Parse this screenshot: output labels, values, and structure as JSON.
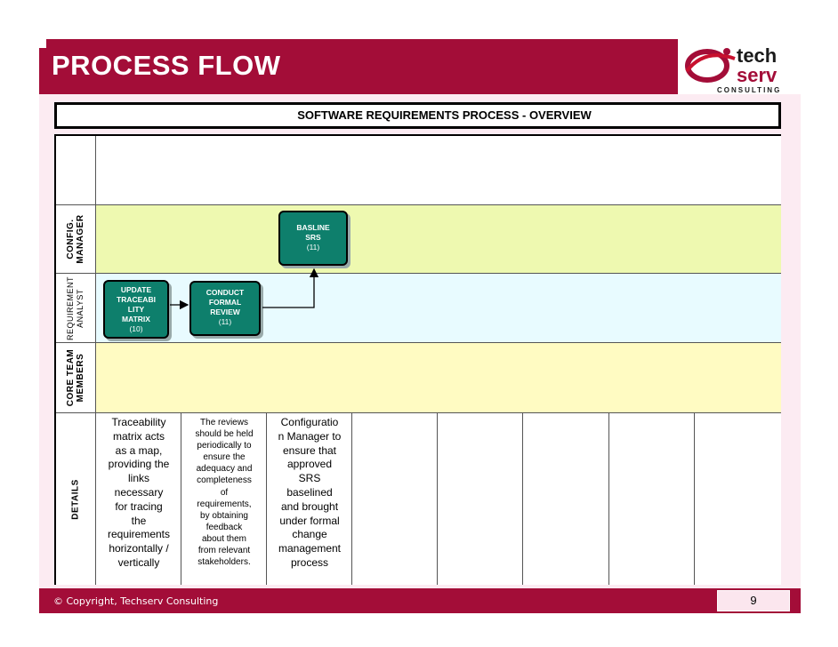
{
  "header": {
    "title": "PROCESS FLOW"
  },
  "logo": {
    "line1": "tech",
    "line2": "serv",
    "line3": "CONSULTING",
    "brand_color": "#a30d38"
  },
  "diagram": {
    "title": "SOFTWARE REQUIREMENTS PROCESS - OVERVIEW",
    "lanes": [
      {
        "label": "",
        "color": "#ffffff"
      },
      {
        "label_line1": "CONFIG.",
        "label_line2": "MANAGER",
        "color": "#eef9b0"
      },
      {
        "label_line1": "REQUIREMENT",
        "label_line2": "ANALYST",
        "color": "#e8fbff"
      },
      {
        "label_line1": "CORE TEAM",
        "label_line2": "MEMBERS",
        "color": "#fffbc2"
      },
      {
        "label": "DETAILS",
        "color": "#ffffff"
      }
    ],
    "boxes": {
      "update": {
        "lines": [
          "UPDATE",
          "TRACEABI",
          "LITY",
          "MATRIX"
        ],
        "num": "(10)"
      },
      "review": {
        "lines": [
          "CONDUCT",
          "FORMAL",
          "REVIEW"
        ],
        "num": "(11)"
      },
      "baseline": {
        "lines": [
          "BASLINE",
          "SRS"
        ],
        "num": "(11)"
      }
    },
    "details": [
      [
        "Traceability",
        "matrix acts",
        "as a map,",
        "providing the",
        "links",
        "necessary",
        "for tracing",
        "the",
        "requirements",
        "horizontally /",
        "vertically"
      ],
      [
        "The reviews",
        "should be held",
        "periodically to",
        "ensure the",
        "adequacy and",
        "completeness",
        "of",
        "requirements,",
        "by obtaining",
        "feedback",
        "about them",
        "from relevant",
        "stakeholders."
      ],
      [
        "Configuratio",
        "n Manager to",
        "ensure that",
        "approved",
        "SRS",
        "baselined",
        "and brought",
        "under formal",
        "change",
        "management",
        "process"
      ]
    ],
    "box_color": "#0e7f6c"
  },
  "footer": {
    "copyright": "© Copyright,  Techserv Consulting",
    "page": "9"
  }
}
